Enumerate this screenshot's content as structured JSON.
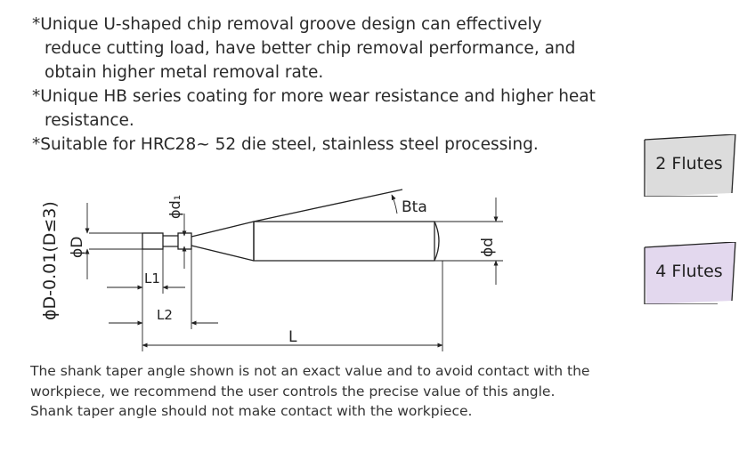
{
  "features": [
    "*Unique U-shaped chip removal groove design can effectively reduce cutting load, have better chip removal performance, and obtain higher metal removal rate.",
    "*Unique HB series coating for more wear resistance and higher heat resistance.",
    "*Suitable for HRC28~ 52 die steel, stainless steel processing."
  ],
  "drawing": {
    "tolerance_label": "ϕD-0.01(D≤3)",
    "dia_D_label": "ϕD",
    "dia_d1_label": "ϕd₁",
    "dia_d_label": "ϕd",
    "taper_label": "Bta",
    "L1_label": "L1",
    "L2_label": "L2",
    "L_label": "L"
  },
  "note": "The shank taper angle shown is not an exact value and to avoid contact with the workpiece, we recommend the user controls the precise value of this angle. Shank taper angle should not make contact with the workpiece.",
  "flute_options": [
    {
      "label": "2 Flutes",
      "color": "#dcdcdc"
    },
    {
      "label": "4 Flutes",
      "color": "#e3d8ee"
    }
  ]
}
